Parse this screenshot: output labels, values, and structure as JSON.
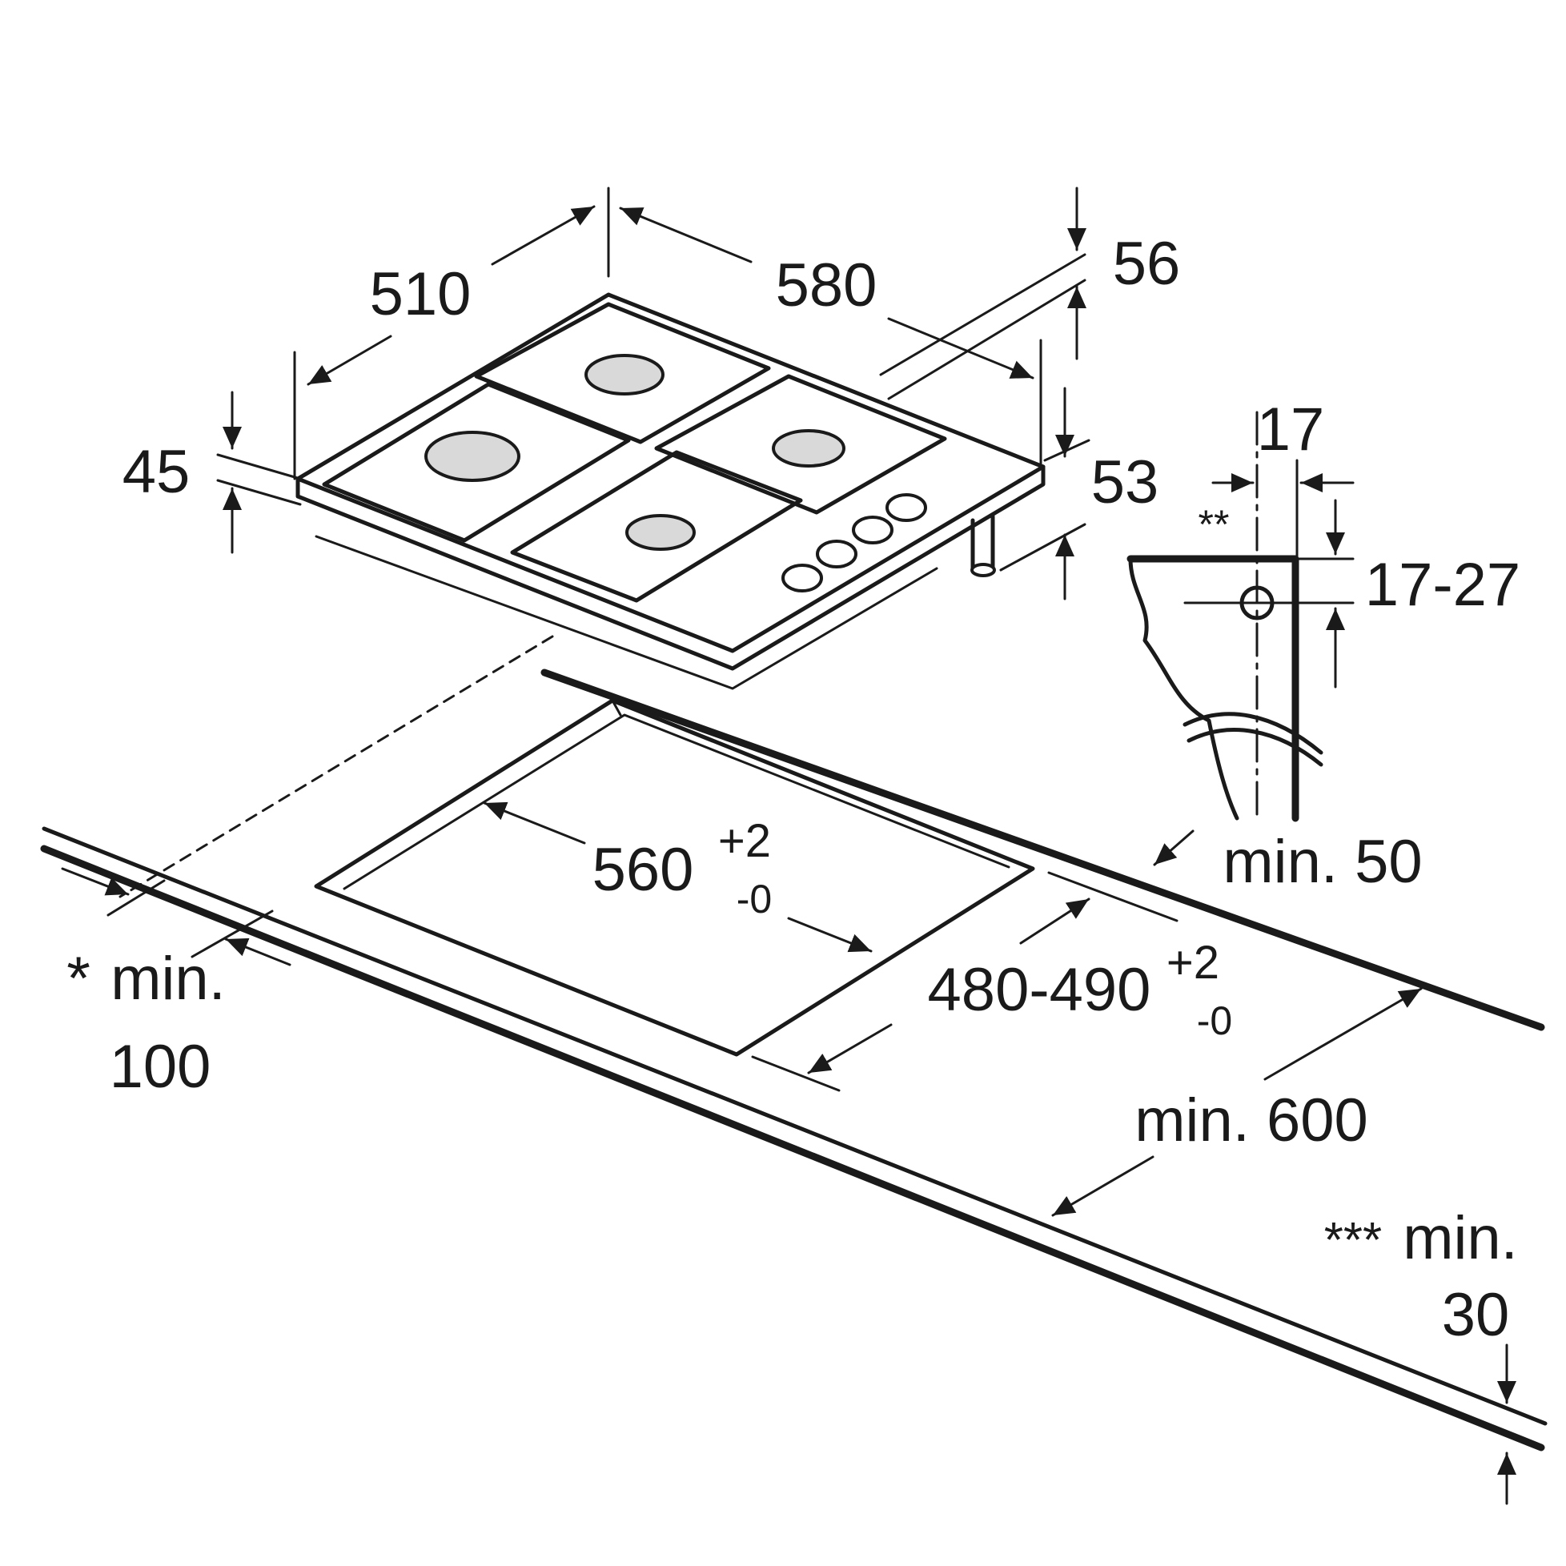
{
  "diagram": {
    "labels": {
      "depth": "510",
      "width": "580",
      "height_total": "45",
      "gas_height": "56",
      "gas_depth": "53",
      "gas_offset": "17",
      "gas_range": "17-27",
      "gas_note": "**",
      "back_clearance": "min. 50",
      "cutout_width_main": "560",
      "cutout_width_sup": "+2",
      "cutout_width_sub": "-0",
      "cutout_depth_main": "480-490",
      "cutout_depth_sup": "+2",
      "cutout_depth_sub": "-0",
      "front_note": "*",
      "front_min": "min.",
      "front_value": "100",
      "side_clearance": "min. 600",
      "edge_note": "***",
      "edge_min": "min.",
      "edge_value": "30"
    }
  }
}
